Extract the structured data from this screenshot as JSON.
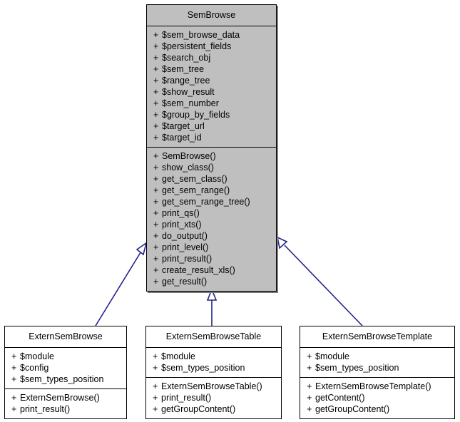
{
  "diagram": {
    "kind": "uml-class-inheritance-diagram",
    "colors": {
      "base_fill": "#bfbfbf",
      "subclass_fill": "#ffffff",
      "border": "#000000",
      "edge": "#22228c",
      "shadow": "#7a7a7a",
      "text": "#000000"
    },
    "relationship_label": "generalization"
  },
  "classes": {
    "base": {
      "name": "SemBrowse",
      "attributes": [
        {
          "visibility": "+",
          "label": "$sem_browse_data"
        },
        {
          "visibility": "+",
          "label": "$persistent_fields"
        },
        {
          "visibility": "+",
          "label": "$search_obj"
        },
        {
          "visibility": "+",
          "label": "$sem_tree"
        },
        {
          "visibility": "+",
          "label": "$range_tree"
        },
        {
          "visibility": "+",
          "label": "$show_result"
        },
        {
          "visibility": "+",
          "label": "$sem_number"
        },
        {
          "visibility": "+",
          "label": "$group_by_fields"
        },
        {
          "visibility": "+",
          "label": "$target_url"
        },
        {
          "visibility": "+",
          "label": "$target_id"
        }
      ],
      "methods": [
        {
          "visibility": "+",
          "label": "SemBrowse()"
        },
        {
          "visibility": "+",
          "label": "show_class()"
        },
        {
          "visibility": "+",
          "label": "get_sem_class()"
        },
        {
          "visibility": "+",
          "label": "get_sem_range()"
        },
        {
          "visibility": "+",
          "label": "get_sem_range_tree()"
        },
        {
          "visibility": "+",
          "label": "print_qs()"
        },
        {
          "visibility": "+",
          "label": "print_xts()"
        },
        {
          "visibility": "+",
          "label": "do_output()"
        },
        {
          "visibility": "+",
          "label": "print_level()"
        },
        {
          "visibility": "+",
          "label": "print_result()"
        },
        {
          "visibility": "+",
          "label": "create_result_xls()"
        },
        {
          "visibility": "+",
          "label": "get_result()"
        }
      ]
    },
    "sub_left": {
      "name": "ExternSemBrowse",
      "attributes": [
        {
          "visibility": "+",
          "label": "$module"
        },
        {
          "visibility": "+",
          "label": "$config"
        },
        {
          "visibility": "+",
          "label": "$sem_types_position"
        }
      ],
      "methods": [
        {
          "visibility": "+",
          "label": "ExternSemBrowse()"
        },
        {
          "visibility": "+",
          "label": "print_result()"
        }
      ]
    },
    "sub_middle": {
      "name": "ExternSemBrowseTable",
      "attributes": [
        {
          "visibility": "+",
          "label": "$module"
        },
        {
          "visibility": "+",
          "label": "$sem_types_position"
        }
      ],
      "methods": [
        {
          "visibility": "+",
          "label": "ExternSemBrowseTable()"
        },
        {
          "visibility": "+",
          "label": "print_result()"
        },
        {
          "visibility": "+",
          "label": "getGroupContent()"
        }
      ]
    },
    "sub_right": {
      "name": "ExternSemBrowseTemplate",
      "attributes": [
        {
          "visibility": "+",
          "label": "$module"
        },
        {
          "visibility": "+",
          "label": "$sem_types_position"
        }
      ],
      "methods": [
        {
          "visibility": "+",
          "label": "ExternSemBrowseTemplate()"
        },
        {
          "visibility": "+",
          "label": "getContent()"
        },
        {
          "visibility": "+",
          "label": "getGroupContent()"
        }
      ]
    }
  }
}
